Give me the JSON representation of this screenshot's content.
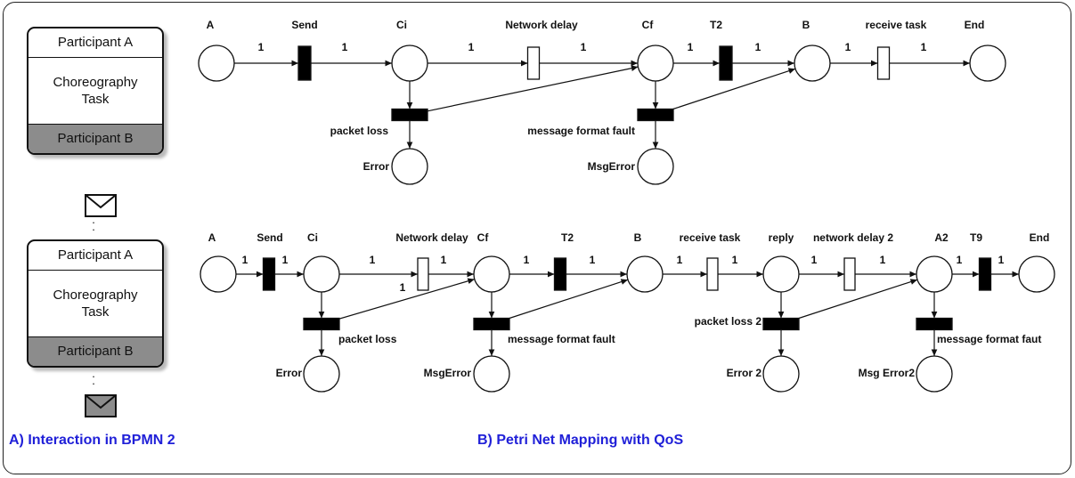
{
  "bpmn": {
    "task1": {
      "participant_top": "Participant A",
      "task_name": "Choreography Task",
      "participant_bottom": "Participant B"
    },
    "task2": {
      "participant_top": "Participant A",
      "task_name": "Choreography Task",
      "participant_bottom": "Participant B"
    },
    "caption": "A) Interaction in BPMN 2"
  },
  "petri": {
    "caption": "B) Petri Net Mapping with QoS",
    "net1": {
      "places": [
        "A",
        "Ci",
        "Cf",
        "B",
        "End",
        "Error",
        "MsgError"
      ],
      "transitions": [
        "Send",
        "Network delay",
        "T2",
        "receive task",
        "packet loss",
        "message format fault"
      ],
      "arc_weight": "1"
    },
    "net2": {
      "places": [
        "A",
        "Ci",
        "Cf",
        "B",
        "reply",
        "A2",
        "End",
        "Error",
        "MsgError",
        "Error 2",
        "Msg Error2"
      ],
      "transitions": [
        "Send",
        "Network delay",
        "T2",
        "receive task",
        "network delay 2",
        "T9",
        "packet loss",
        "message format fault",
        "packet loss 2",
        "message format faut"
      ],
      "arc_weight": "1"
    }
  },
  "colors": {
    "caption": "#2020d8",
    "participant_shade": "#8c8c8c",
    "stroke": "#111111"
  }
}
